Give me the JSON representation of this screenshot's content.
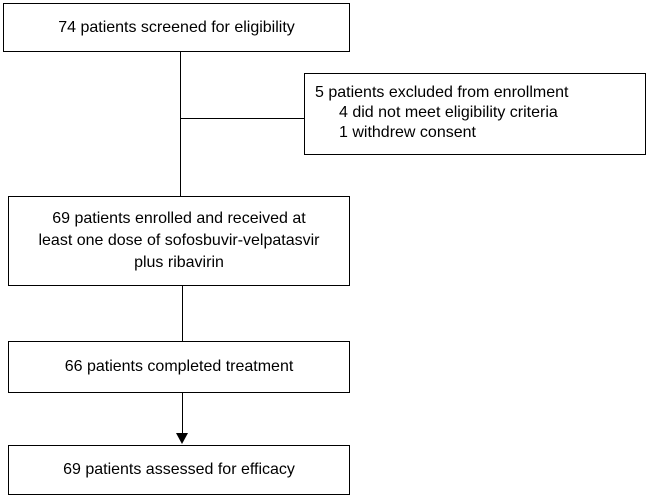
{
  "flow": {
    "screened": "74 patients screened for eligibility",
    "excluded": {
      "title": "5 patients excluded from enrollment",
      "reasons": [
        "4 did not meet eligibility criteria",
        "1 withdrew consent"
      ]
    },
    "enrolled": {
      "lines": [
        "69 patients enrolled and received at",
        "least one dose of sofosbuvir-velpatasvir",
        "plus ribavirin"
      ]
    },
    "completed": "66 patients completed treatment",
    "assessed": "69 patients assessed for efficacy"
  }
}
